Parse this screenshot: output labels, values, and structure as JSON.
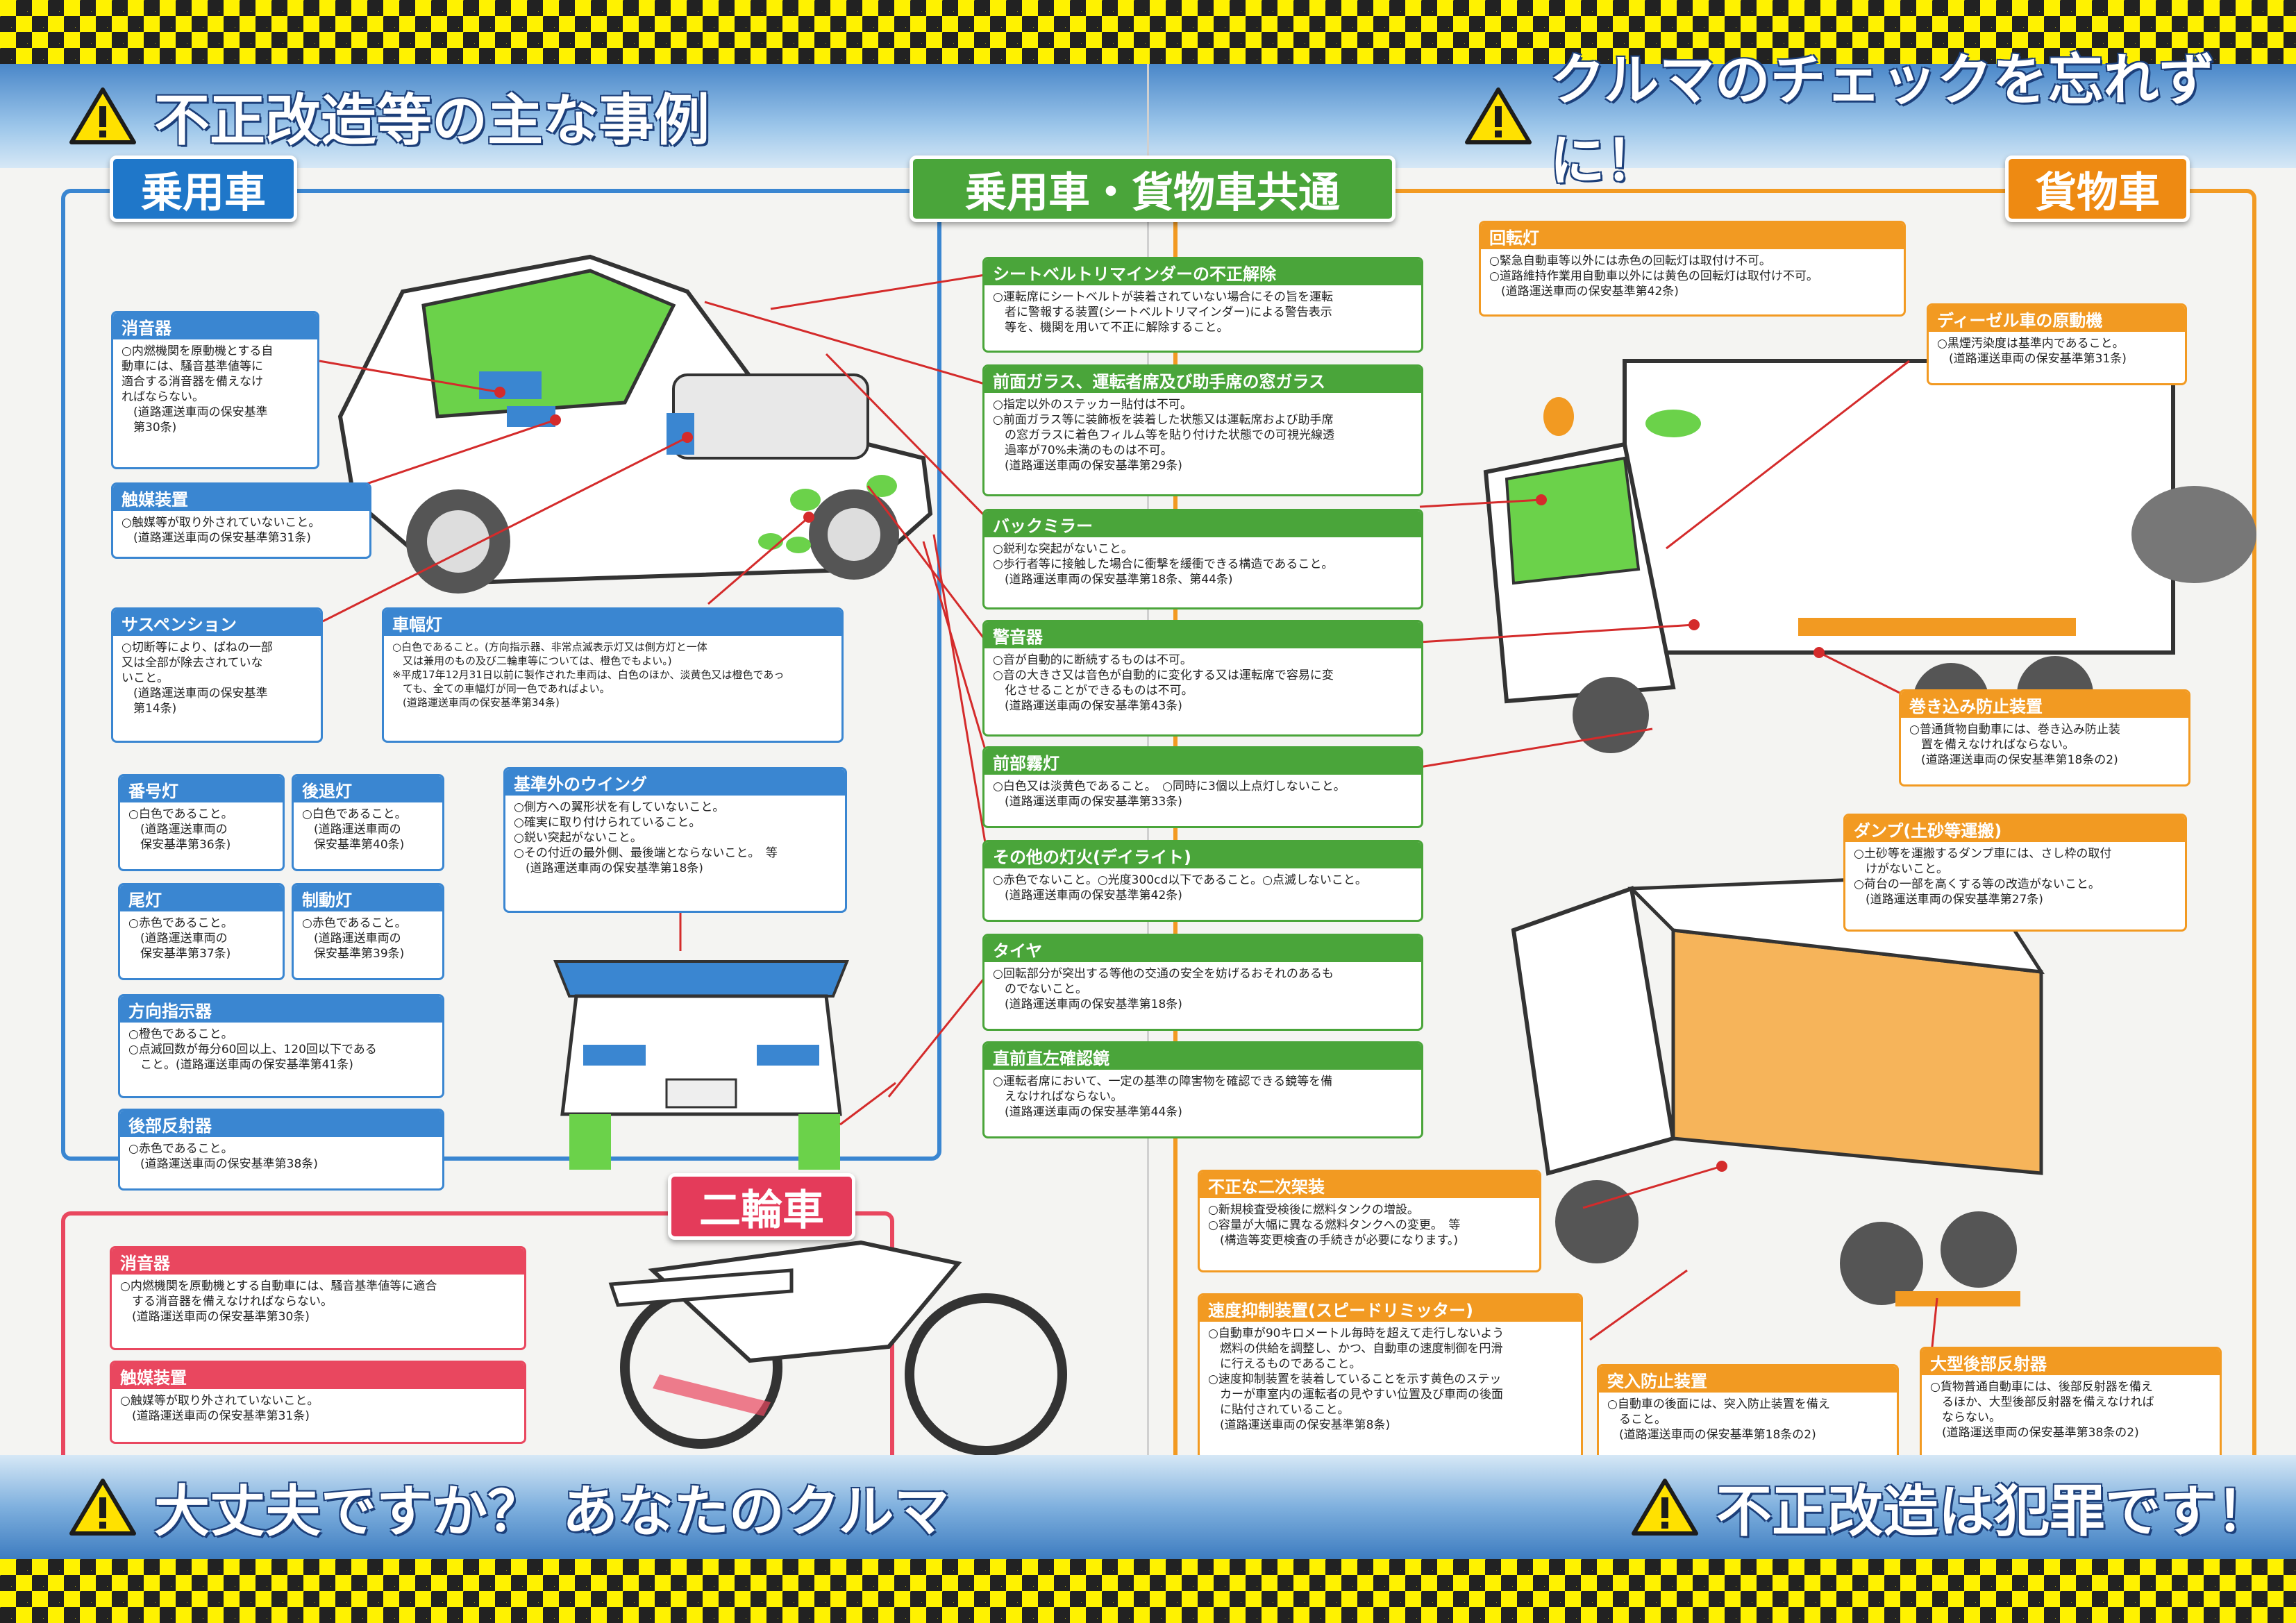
{
  "headers": {
    "left_top": "不正改造等の主な事例",
    "right_top": "クルマのチェックを忘れずに！",
    "left_bottom": "大丈夫ですか？ あなたのクルマ",
    "right_bottom": "不正改造は犯罪です！"
  },
  "sections": {
    "car": "乗用車",
    "common": "乗用車・貨物車共通",
    "truck": "貨物車",
    "moto": "二輪車"
  },
  "car_boxes": [
    {
      "title": "消音器",
      "body": "○内燃機関を原動機とする自\n動車には、騒音基準値等に\n適合する消音器を備えなけ\nればならない。\n　(道路運送車両の保安基準\n　第30条)"
    },
    {
      "title": "触媒装置",
      "body": "○触媒等が取り外されていないこと。\n　(道路運送車両の保安基準第31条)"
    },
    {
      "title": "サスペンション",
      "body": "○切断等により、ばねの一部\n又は全部が除去されていな\nいこと。\n　(道路運送車両の保安基準\n　第14条)"
    },
    {
      "title": "車幅灯",
      "body": "○白色であること。(方向指示器、非常点滅表示灯又は側方灯と一体\n　又は兼用のもの及び二輪車等については、橙色でもよい。)\n※平成17年12月31日以前に製作された車両は、白色のほか、淡黄色又は橙色であっ\n　ても、全ての車幅灯が同一色であればよい。\n　(道路運送車両の保安基準第34条)"
    },
    {
      "title": "番号灯",
      "body": "○白色であること。\n　(道路運送車両の\n　保安基準第36条)"
    },
    {
      "title": "後退灯",
      "body": "○白色であること。\n　(道路運送車両の\n　保安基準第40条)"
    },
    {
      "title": "尾灯",
      "body": "○赤色であること。\n　(道路運送車両の\n　保安基準第37条)"
    },
    {
      "title": "制動灯",
      "body": "○赤色であること。\n　(道路運送車両の\n　保安基準第39条)"
    },
    {
      "title": "方向指示器",
      "body": "○橙色であること。\n○点滅回数が毎分60回以上、120回以下である\n　こと。(道路運送車両の保安基準第41条)"
    },
    {
      "title": "後部反射器",
      "body": "○赤色であること。\n　(道路運送車両の保安基準第38条)"
    },
    {
      "title": "基準外のウイング",
      "body": "○側方への翼形状を有していないこと。\n○確実に取り付けられていること。\n○鋭い突起がないこと。\n○その付近の最外側、最後端とならないこと。　等\n　(道路運送車両の保安基準第18条)"
    }
  ],
  "common_boxes": [
    {
      "title": "シートベルトリマインダーの不正解除",
      "body": "○運転席にシートベルトが装着されていない場合にその旨を運転\n　者に警報する装置(シートベルトリマインダー)による警告表示\n　等を、機関を用いて不正に解除すること。"
    },
    {
      "title": "前面ガラス、運転者席及び助手席の窓ガラス",
      "body": "○指定以外のステッカー貼付は不可。\n○前面ガラス等に装飾板を装着した状態又は運転席および助手席\n　の窓ガラスに着色フィルム等を貼り付けた状態での可視光線透\n　過率が70%未満のものは不可。\n　(道路運送車両の保安基準第29条)"
    },
    {
      "title": "バックミラー",
      "body": "○鋭利な突起がないこと。\n○歩行者等に接触した場合に衝撃を緩衝できる構造であること。\n　(道路運送車両の保安基準第18条、第44条)"
    },
    {
      "title": "警音器",
      "body": "○音が自動的に断続するものは不可。\n○音の大きさ又は音色が自動的に変化する又は運転席で容易に変\n　化させることができるものは不可。\n　(道路運送車両の保安基準第43条)"
    },
    {
      "title": "前部霧灯",
      "body": "○白色又は淡黄色であること。　○同時に3個以上点灯しないこと。\n　(道路運送車両の保安基準第33条)"
    },
    {
      "title": "その他の灯火(デイライト)",
      "body": "○赤色でないこと。○光度300cd以下であること。○点滅しないこと。\n　(道路運送車両の保安基準第42条)"
    },
    {
      "title": "タイヤ",
      "body": "○回転部分が突出する等他の交通の安全を妨げるおそれのあるも\n　のでないこと。\n　(道路運送車両の保安基準第18条)"
    },
    {
      "title": "直前直左確認鏡",
      "body": "○運転者席において、一定の基準の障害物を確認できる鏡等を備\n　えなければならない。\n　(道路運送車両の保安基準第44条)"
    }
  ],
  "truck_boxes": [
    {
      "title": "回転灯",
      "body": "○緊急自動車等以外には赤色の回転灯は取付け不可。\n○道路維持作業用自動車以外には黄色の回転灯は取付け不可。\n　(道路運送車両の保安基準第42条)"
    },
    {
      "title": "ディーゼル車の原動機",
      "body": "○黒煙汚染度は基準内であること。\n　(道路運送車両の保安基準第31条)"
    },
    {
      "title": "巻き込み防止装置",
      "body": "○普通貨物自動車には、巻き込み防止装\n　置を備えなければならない。\n　(道路運送車両の保安基準第18条の2)"
    },
    {
      "title": "ダンプ(土砂等運搬)",
      "body": "○土砂等を運搬するダンプ車には、さし枠の取付\n　けがないこと。\n○荷台の一部を高くする等の改造がないこと。\n　(道路運送車両の保安基準第27条)"
    },
    {
      "title": "不正な二次架装",
      "body": "○新規検査受検後に燃料タンクの増設。\n○容量が大幅に異なる燃料タンクへの変更。　等\n　(構造等変更検査の手続きが必要になります。)"
    },
    {
      "title": "速度抑制装置(スピードリミッター)",
      "body": "○自動車が90キロメートル毎時を超えて走行しないよう\n　燃料の供給を調整し、かつ、自動車の速度制御を円滑\n　に行えるものであること。\n○速度抑制装置を装着していることを示す黄色のステッ\n　カーが車室内の運転者の見やすい位置及び車両の後面\n　に貼付されていること。\n　(道路運送車両の保安基準第8条)"
    },
    {
      "title": "突入防止装置",
      "body": "○自動車の後面には、突入防止装置を備え\n　ること。\n　(道路運送車両の保安基準第18条の2)"
    },
    {
      "title": "大型後部反射器",
      "body": "○貨物普通自動車には、後部反射器を備え\n　るほか、大型後部反射器を備えなければ\n　ならない。\n　(道路運送車両の保安基準第38条の2)"
    }
  ],
  "moto_boxes": [
    {
      "title": "消音器",
      "body": "○内燃機関を原動機とする自動車には、騒音基準値等に適合\n　する消音器を備えなければならない。\n　(道路運送車両の保安基準第30条)"
    },
    {
      "title": "触媒装置",
      "body": "○触媒等が取り外されていないこと。\n　(道路運送車両の保安基準第31条)"
    }
  ],
  "colors": {
    "car": "#3a86d1",
    "common": "#4aa53a",
    "truck": "#f29a22",
    "moto": "#e9475f",
    "checker": "#fff200"
  },
  "icons": [
    "warning-icon"
  ]
}
